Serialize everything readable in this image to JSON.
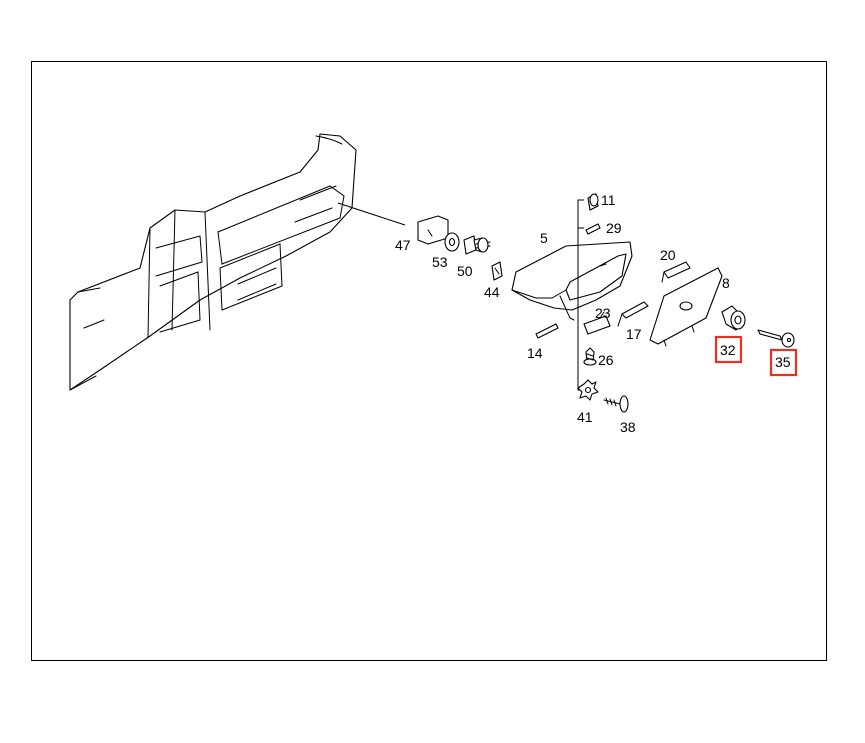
{
  "colors": {
    "highlight": "#e8321e",
    "line": "#000000",
    "background": "#ffffff"
  },
  "highlighted_parts": [
    "32",
    "35"
  ],
  "callouts": [
    {
      "id": "11",
      "label": "11"
    },
    {
      "id": "29",
      "label": "29"
    },
    {
      "id": "5",
      "label": "5"
    },
    {
      "id": "47",
      "label": "47"
    },
    {
      "id": "53",
      "label": "53"
    },
    {
      "id": "50",
      "label": "50"
    },
    {
      "id": "44",
      "label": "44"
    },
    {
      "id": "20",
      "label": "20"
    },
    {
      "id": "8",
      "label": "8"
    },
    {
      "id": "23",
      "label": "23"
    },
    {
      "id": "17",
      "label": "17"
    },
    {
      "id": "14",
      "label": "14"
    },
    {
      "id": "26",
      "label": "26"
    },
    {
      "id": "32",
      "label": "32"
    },
    {
      "id": "35",
      "label": "35"
    },
    {
      "id": "41",
      "label": "41"
    },
    {
      "id": "38",
      "label": "38"
    }
  ]
}
